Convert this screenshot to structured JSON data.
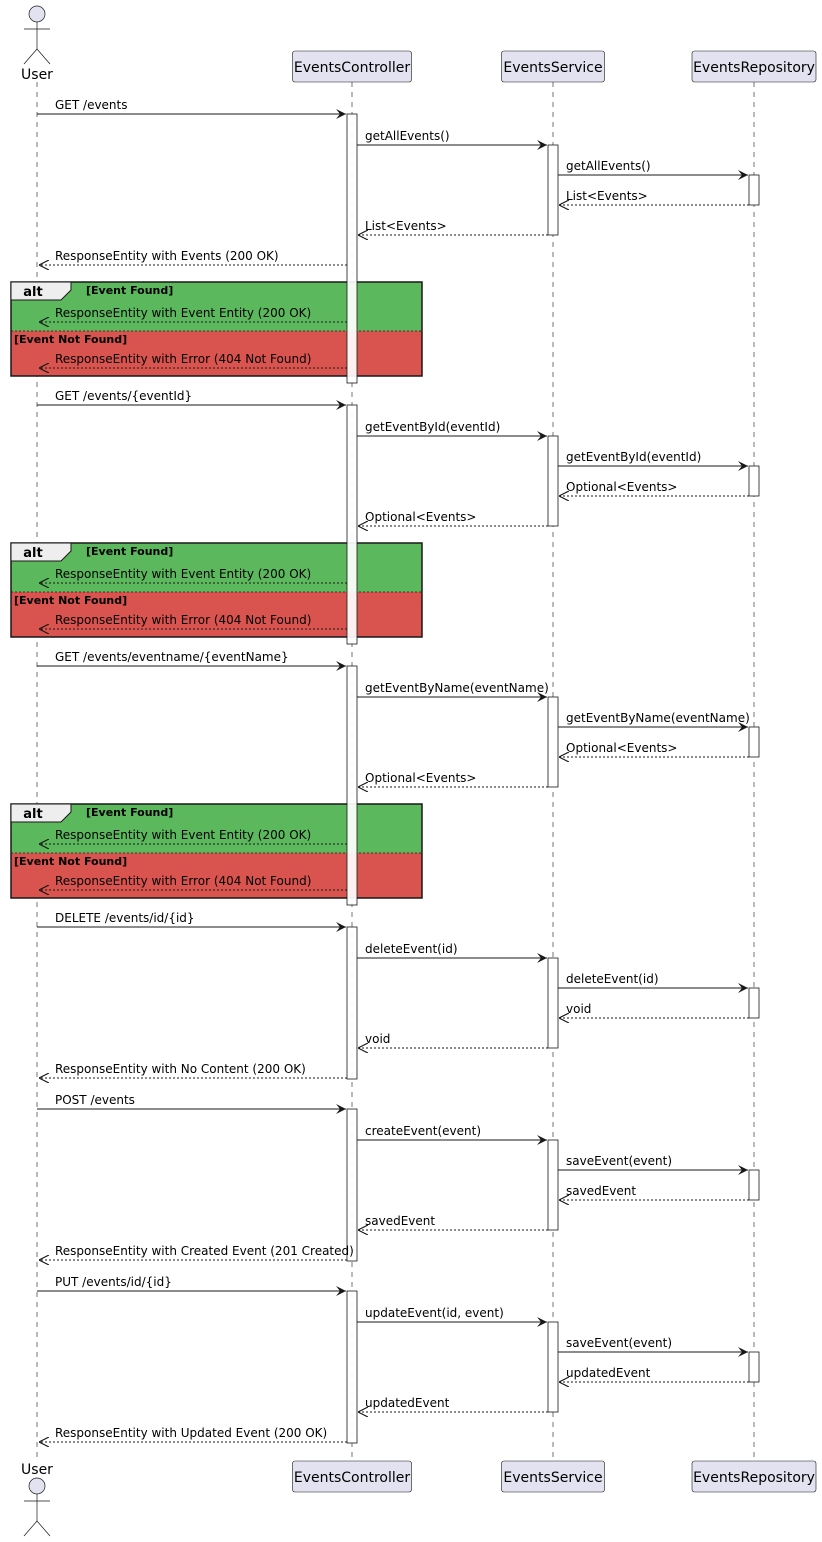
{
  "participants": [
    {
      "id": "user",
      "label": "User",
      "kind": "actor"
    },
    {
      "id": "ctrl",
      "label": "EventsController",
      "kind": "participant"
    },
    {
      "id": "svc",
      "label": "EventsService",
      "kind": "participant"
    },
    {
      "id": "repo",
      "label": "EventsRepository",
      "kind": "participant"
    }
  ],
  "colors": {
    "participant_fill": "#e2e2f0",
    "participant_stroke": "#181818",
    "lifeline": "#181818",
    "alt_found": "#5cb85c",
    "alt_not_found": "#d9534f",
    "activation_fill": "#ffffff"
  },
  "flows": [
    {
      "request": "GET /events",
      "steps": [
        {
          "from": "ctrl",
          "to": "svc",
          "label": "getAllEvents()",
          "dashed": false
        },
        {
          "from": "svc",
          "to": "repo",
          "label": "getAllEvents()",
          "dashed": false
        },
        {
          "from": "repo",
          "to": "svc",
          "label": "List<Events>",
          "dashed": true
        },
        {
          "from": "svc",
          "to": "ctrl",
          "label": "List<Events>",
          "dashed": true
        },
        {
          "from": "ctrl",
          "to": "user",
          "label": "ResponseEntity with Events (200 OK)",
          "dashed": true
        }
      ],
      "alt": {
        "keyword": "alt",
        "found_guard": "[Event Found]",
        "found_msg": "ResponseEntity with Event Entity (200 OK)",
        "not_found_guard": "[Event Not Found]",
        "not_found_msg": "ResponseEntity with Error (404 Not Found)"
      }
    },
    {
      "request": "GET /events/{eventId}",
      "steps": [
        {
          "from": "ctrl",
          "to": "svc",
          "label": "getEventById(eventId)",
          "dashed": false
        },
        {
          "from": "svc",
          "to": "repo",
          "label": "getEventById(eventId)",
          "dashed": false
        },
        {
          "from": "repo",
          "to": "svc",
          "label": "Optional<Events>",
          "dashed": true
        },
        {
          "from": "svc",
          "to": "ctrl",
          "label": "Optional<Events>",
          "dashed": true
        }
      ],
      "alt": {
        "keyword": "alt",
        "found_guard": "[Event Found]",
        "found_msg": "ResponseEntity with Event Entity (200 OK)",
        "not_found_guard": "[Event Not Found]",
        "not_found_msg": "ResponseEntity with Error (404 Not Found)"
      }
    },
    {
      "request": "GET /events/eventname/{eventName}",
      "steps": [
        {
          "from": "ctrl",
          "to": "svc",
          "label": "getEventByName(eventName)",
          "dashed": false
        },
        {
          "from": "svc",
          "to": "repo",
          "label": "getEventByName(eventName)",
          "dashed": false
        },
        {
          "from": "repo",
          "to": "svc",
          "label": "Optional<Events>",
          "dashed": true
        },
        {
          "from": "svc",
          "to": "ctrl",
          "label": "Optional<Events>",
          "dashed": true
        }
      ],
      "alt": {
        "keyword": "alt",
        "found_guard": "[Event Found]",
        "found_msg": "ResponseEntity with Event Entity (200 OK)",
        "not_found_guard": "[Event Not Found]",
        "not_found_msg": "ResponseEntity with Error (404 Not Found)"
      }
    },
    {
      "request": "DELETE /events/id/{id}",
      "steps": [
        {
          "from": "ctrl",
          "to": "svc",
          "label": "deleteEvent(id)",
          "dashed": false
        },
        {
          "from": "svc",
          "to": "repo",
          "label": "deleteEvent(id)",
          "dashed": false
        },
        {
          "from": "repo",
          "to": "svc",
          "label": "void",
          "dashed": true
        },
        {
          "from": "svc",
          "to": "ctrl",
          "label": "void",
          "dashed": true
        },
        {
          "from": "ctrl",
          "to": "user",
          "label": "ResponseEntity with No Content (200 OK)",
          "dashed": true
        }
      ]
    },
    {
      "request": "POST /events",
      "steps": [
        {
          "from": "ctrl",
          "to": "svc",
          "label": "createEvent(event)",
          "dashed": false
        },
        {
          "from": "svc",
          "to": "repo",
          "label": "saveEvent(event)",
          "dashed": false
        },
        {
          "from": "repo",
          "to": "svc",
          "label": "savedEvent",
          "dashed": true
        },
        {
          "from": "svc",
          "to": "ctrl",
          "label": "savedEvent",
          "dashed": true
        },
        {
          "from": "ctrl",
          "to": "user",
          "label": "ResponseEntity with Created Event (201 Created)",
          "dashed": true
        }
      ]
    },
    {
      "request": "PUT /events/id/{id}",
      "steps": [
        {
          "from": "ctrl",
          "to": "svc",
          "label": "updateEvent(id, event)",
          "dashed": false
        },
        {
          "from": "svc",
          "to": "repo",
          "label": "saveEvent(event)",
          "dashed": false
        },
        {
          "from": "repo",
          "to": "svc",
          "label": "updatedEvent",
          "dashed": true
        },
        {
          "from": "svc",
          "to": "ctrl",
          "label": "updatedEvent",
          "dashed": true
        },
        {
          "from": "ctrl",
          "to": "user",
          "label": "ResponseEntity with Updated Event (200 OK)",
          "dashed": true
        }
      ]
    }
  ]
}
